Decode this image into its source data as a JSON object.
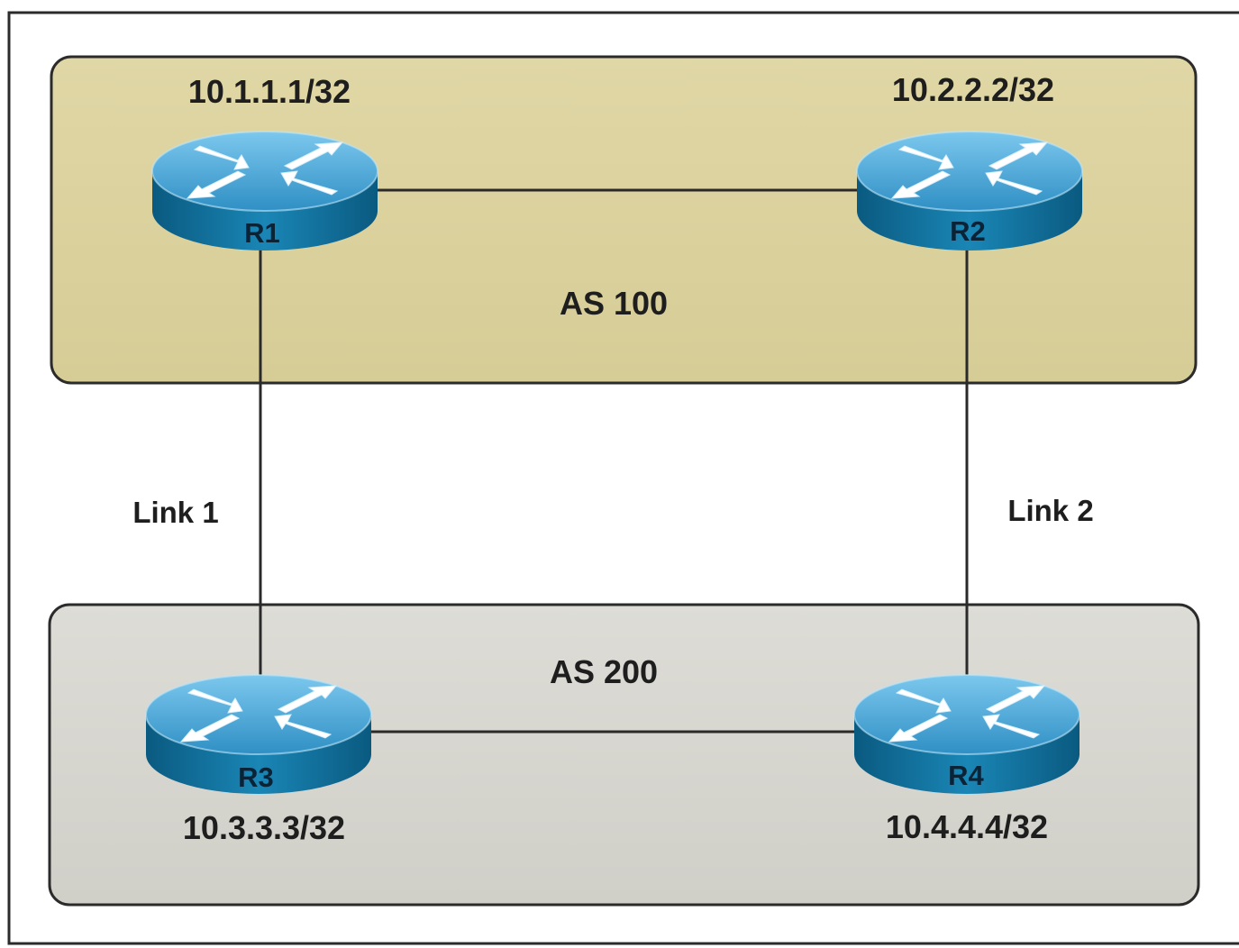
{
  "colors": {
    "as100_fill": "#dcd3a0",
    "as200_fill": "#d7d6d0",
    "router_top": "#4aa6d6",
    "router_side": "#0f6f9c",
    "link": "#2a2a2a"
  },
  "as_groups": [
    {
      "id": "as100",
      "label": "AS 100"
    },
    {
      "id": "as200",
      "label": "AS 200"
    }
  ],
  "routers": [
    {
      "id": "r1",
      "name": "R1",
      "ip": "10.1.1.1/32",
      "icon": "router-icon"
    },
    {
      "id": "r2",
      "name": "R2",
      "ip": "10.2.2.2/32",
      "icon": "router-icon"
    },
    {
      "id": "r3",
      "name": "R3",
      "ip": "10.3.3.3/32",
      "icon": "router-icon"
    },
    {
      "id": "r4",
      "name": "R4",
      "ip": "10.4.4.4/32",
      "icon": "router-icon"
    }
  ],
  "links": [
    {
      "from": "R1",
      "to": "R2",
      "label": ""
    },
    {
      "from": "R1",
      "to": "R3",
      "label": "Link 1"
    },
    {
      "from": "R2",
      "to": "R4",
      "label": "Link 2"
    },
    {
      "from": "R3",
      "to": "R4",
      "label": ""
    }
  ]
}
